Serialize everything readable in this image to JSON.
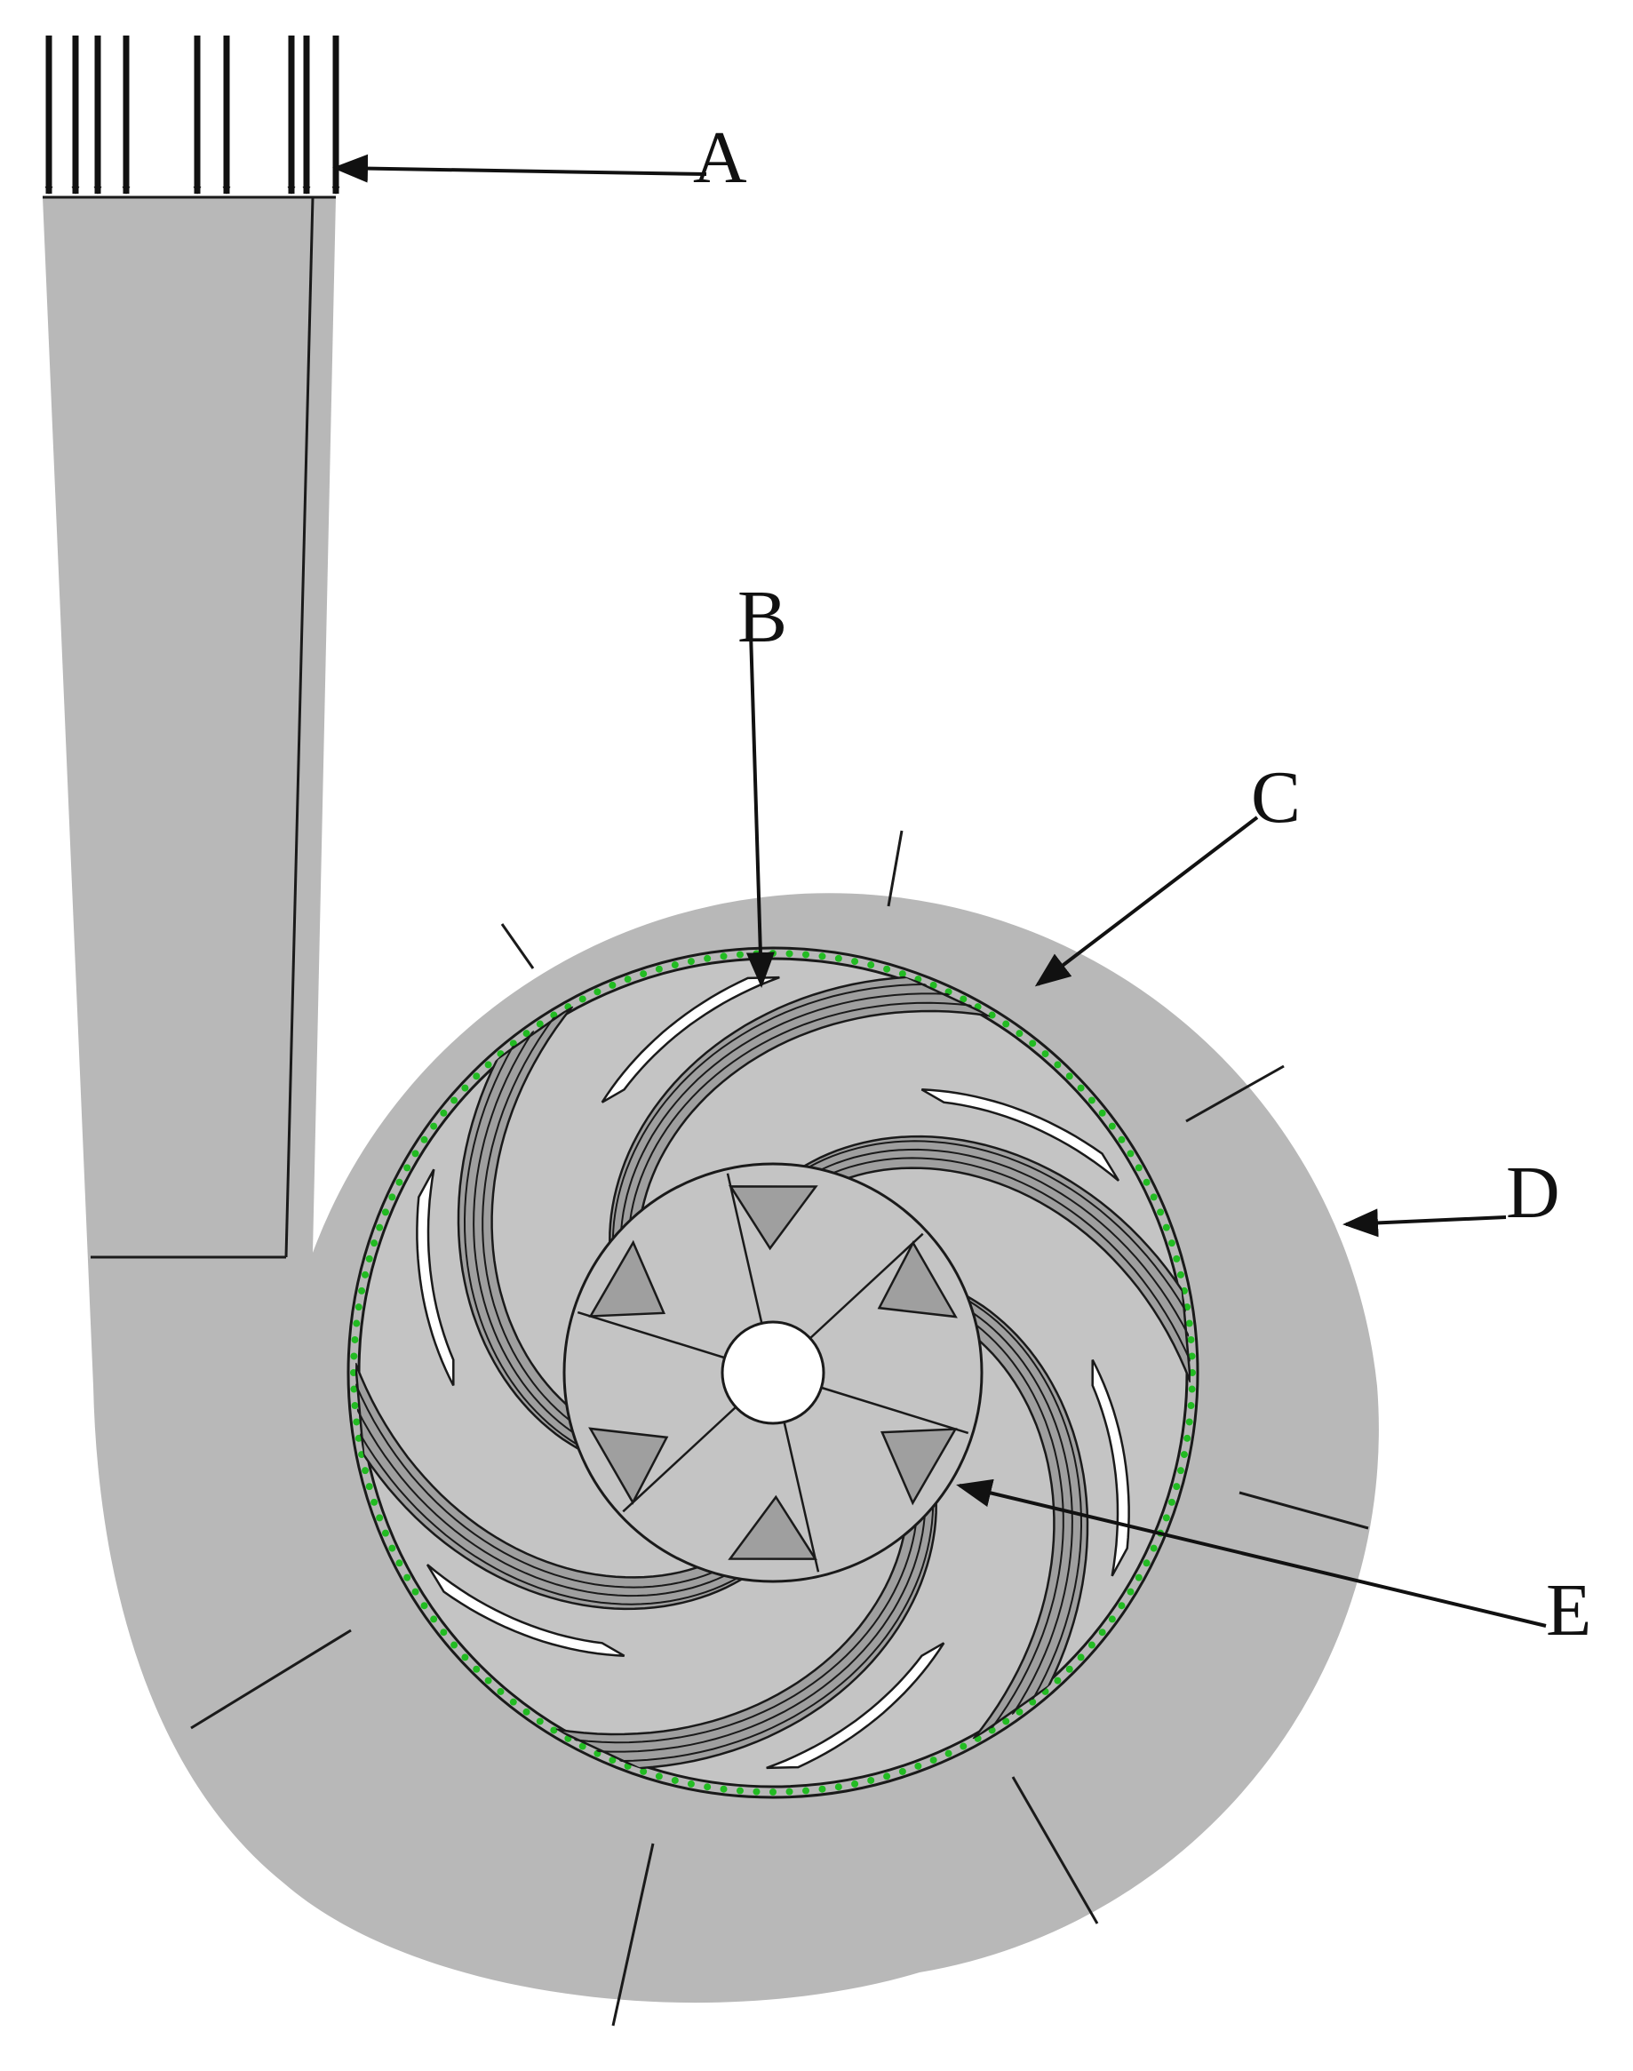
{
  "figure": {
    "labels": {
      "a": "A",
      "b": "B",
      "c": "C",
      "d": "D",
      "e": "E"
    }
  },
  "colors": {
    "background": "#ffffff",
    "body_fill": "#b8b8b8",
    "passage_fill": "#c4c4c4",
    "blade_shade": "#9f9f9f",
    "line": "#1a1a1a",
    "interface_dots": "#22bb22",
    "hub": "#ffffff"
  }
}
